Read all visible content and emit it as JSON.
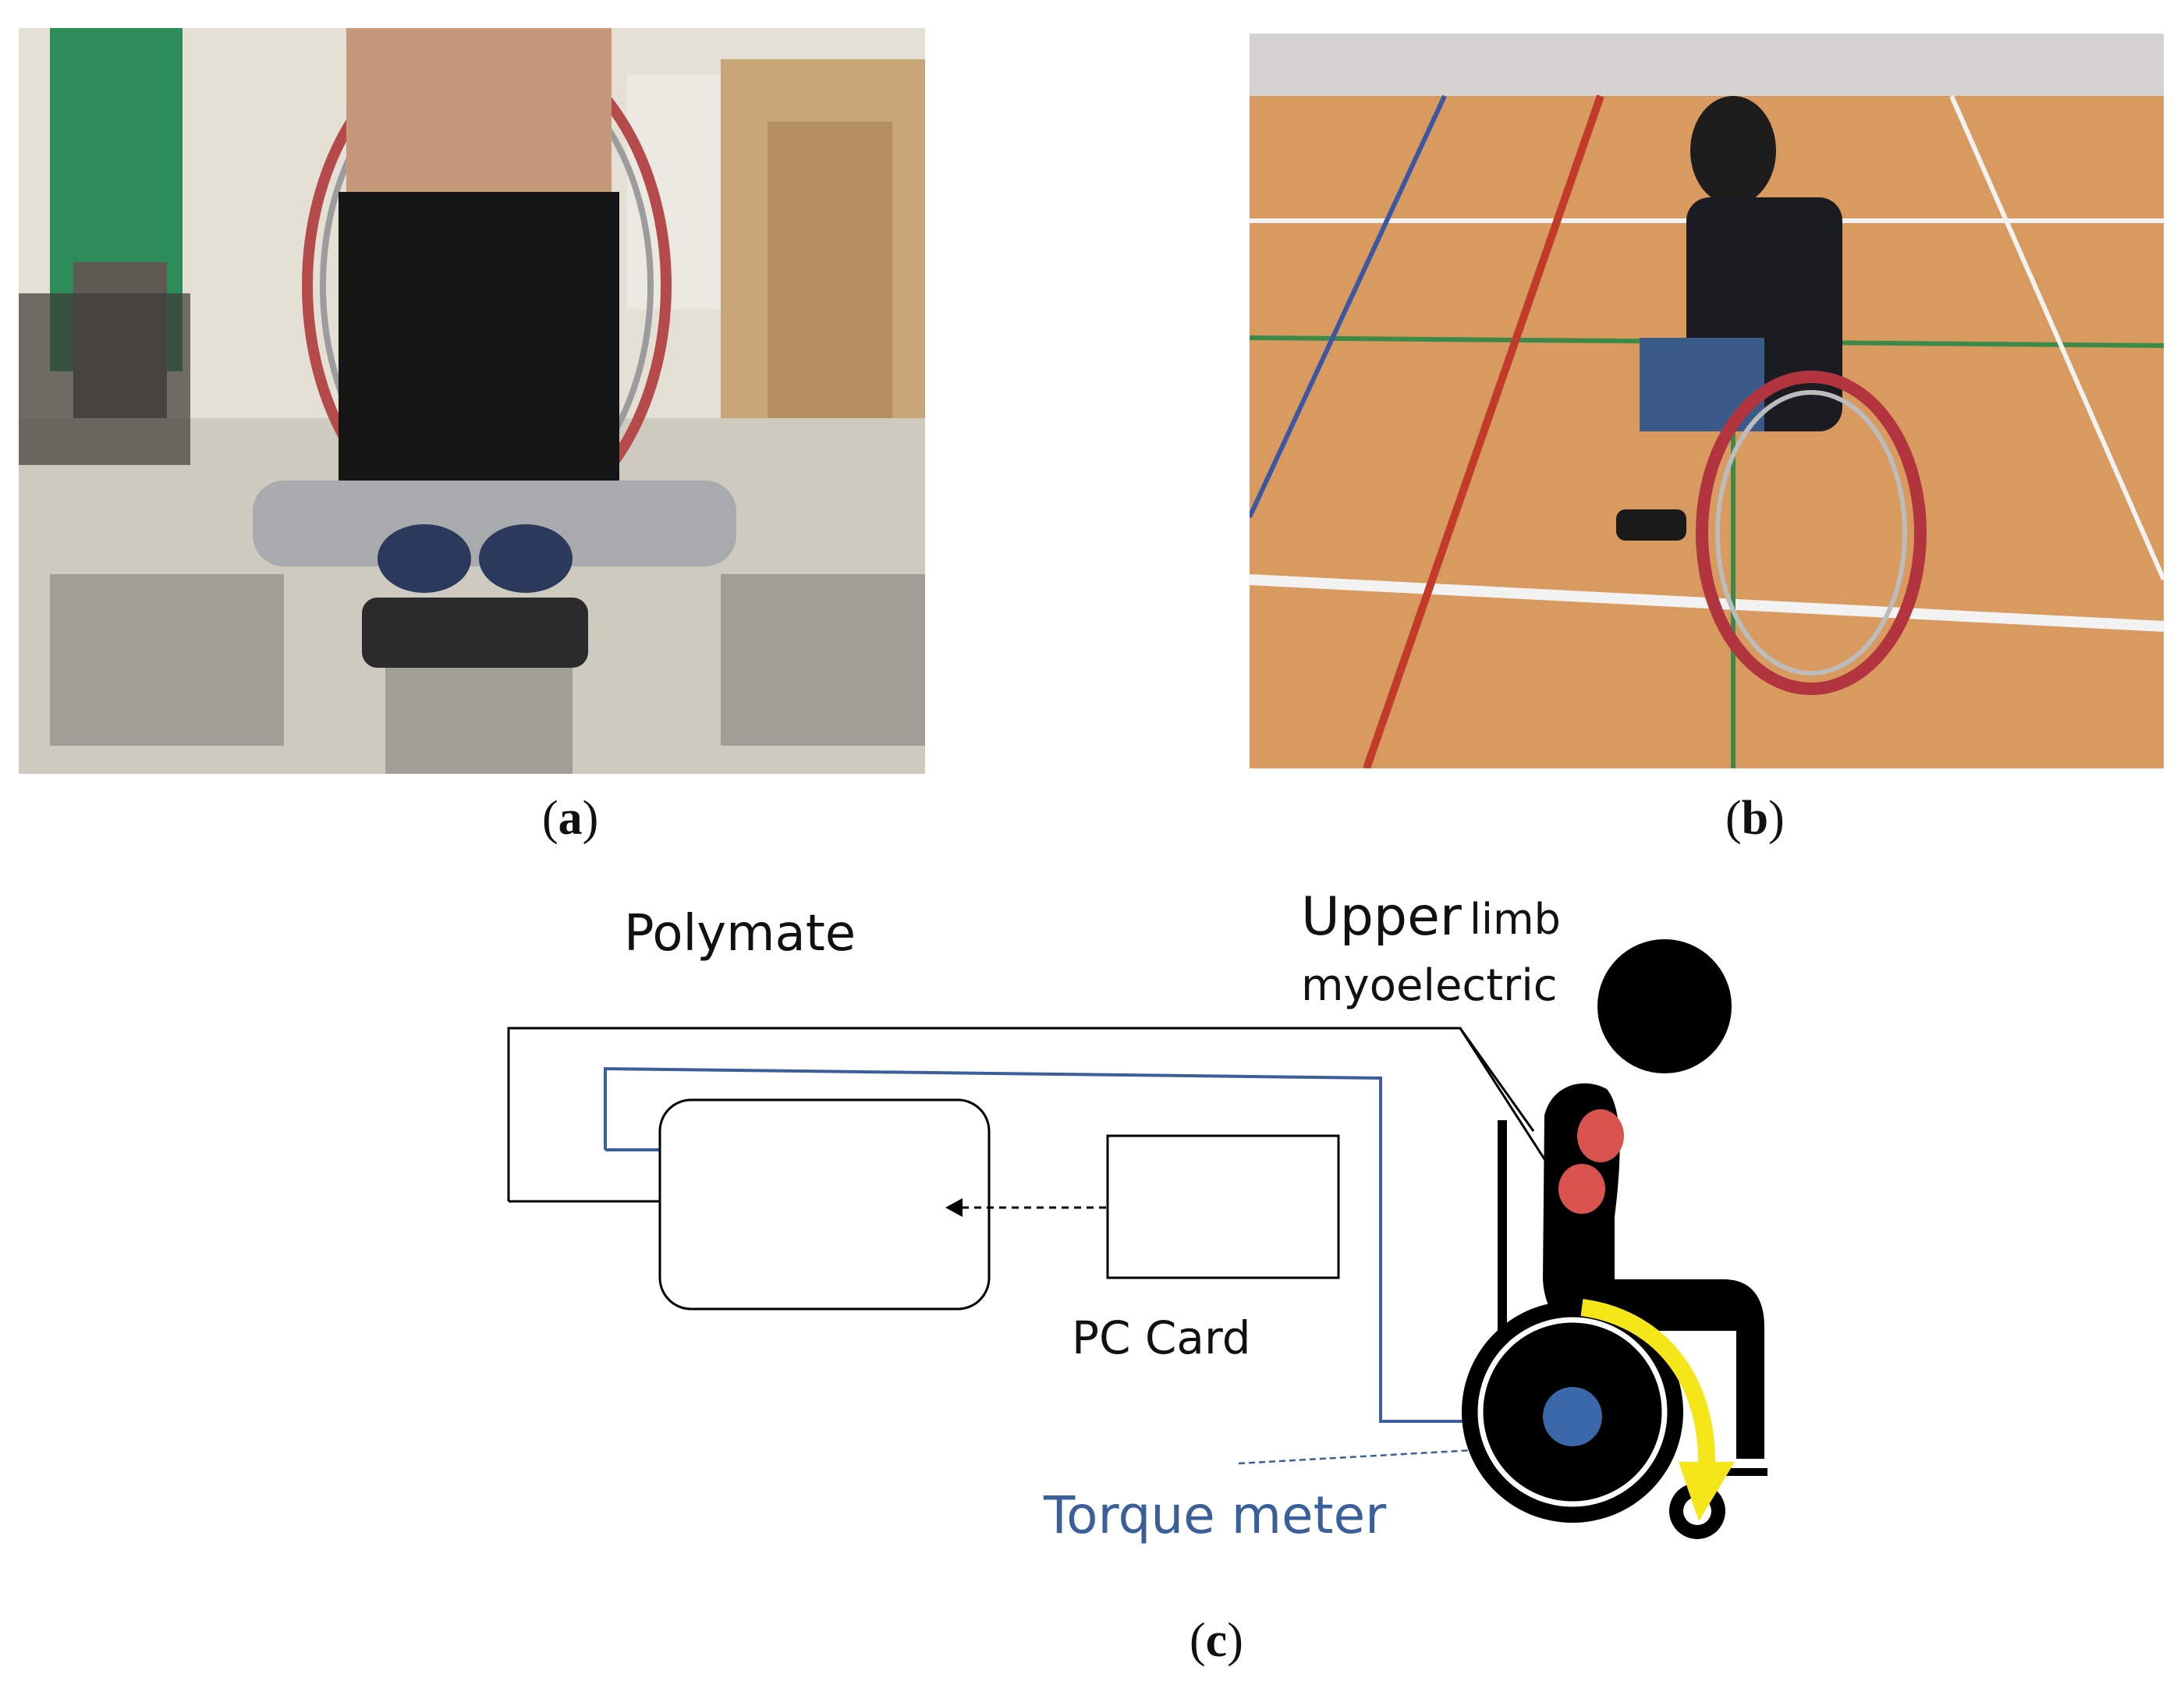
{
  "figure": {
    "panel_a": {
      "open": "(",
      "letter": "a",
      "close": ")"
    },
    "panel_b": {
      "open": "(",
      "letter": "b",
      "close": ")"
    },
    "panel_c": {
      "open": "(",
      "letter": "c",
      "close": ")"
    }
  },
  "diagram": {
    "polymate_label": "Polymate",
    "upper_word": "Upper",
    "limb_word": "limb",
    "myoelectric_word": "myoelectric",
    "pc_card_label": "PC Card",
    "torque_meter_label": "Torque meter",
    "colors": {
      "signal_line": "#3a5f9a",
      "torque_meter": "#3a68a8",
      "electrode": "#d9534f",
      "push_arrow": "#f5e619",
      "figure": "#000000"
    }
  }
}
